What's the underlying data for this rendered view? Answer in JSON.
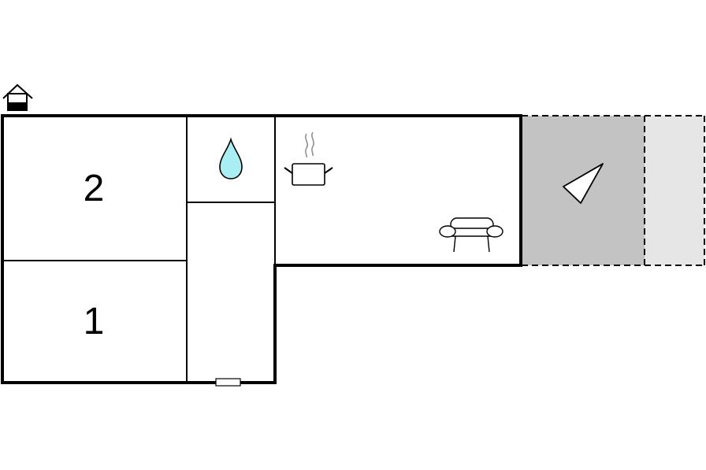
{
  "floorplan": {
    "rooms": [
      {
        "id": "bedroom-2",
        "label": "2"
      },
      {
        "id": "bedroom-1",
        "label": "1"
      }
    ],
    "icons": {
      "floor": "house-floor-icon",
      "bathroom": "water-drop-icon",
      "kitchen": "cooking-pot-icon",
      "living": "sofa-icon",
      "terrace": "direction-triangle-icon"
    },
    "colors": {
      "wall": "#000000",
      "water": "#a8eef3",
      "terrace_covered": "#c3c3c3",
      "terrace_open": "#e6e6e6",
      "steam": "#8a8a8a"
    }
  }
}
